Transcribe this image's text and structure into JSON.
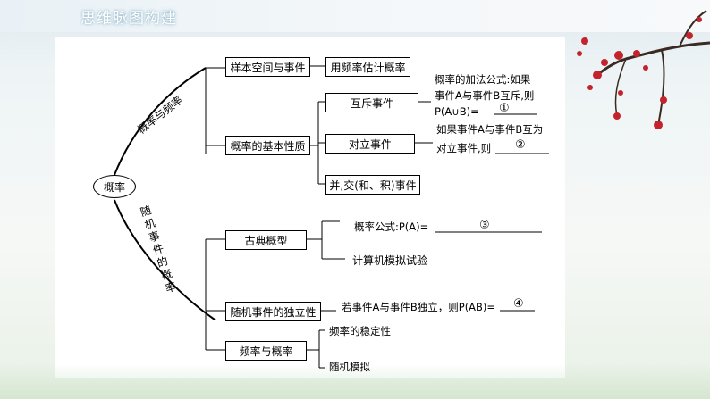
{
  "header": {
    "title": "思维脉图构建"
  },
  "root": {
    "label": "概率"
  },
  "branches": {
    "upper": "概率与频率",
    "lower": "随机事件的概率"
  },
  "level1": {
    "sample_space": "样本空间与事件",
    "basic_properties": "概率的基本性质",
    "classical": "古典概型",
    "independence": "随机事件的独立性",
    "freq_prob": "频率与概率"
  },
  "level2": {
    "estimate": "用频率估计概率",
    "mutually_exclusive": "互斥事件",
    "complementary": "对立事件",
    "union_intersection": "并,交(和、积)事件",
    "classical_formula_prefix": "概率公式:P(A)=",
    "classical_blank": "③",
    "computer_sim": "计算机模拟试验",
    "independence_text": "若事件A与事件B独立，则P(AB)=",
    "independence_blank": "④",
    "freq_stability": "频率的稳定性",
    "random_sim": "随机模拟"
  },
  "notes": {
    "addition_line1": "概率的加法公式:如果",
    "addition_line2": "事件A与事件B互斥,则",
    "addition_line3_prefix": "P(A∪B)=",
    "addition_blank": "①",
    "complement_line1": "如果事件A与事件B互为",
    "complement_line2_prefix": "对立事件,则",
    "complement_blank": "②"
  }
}
